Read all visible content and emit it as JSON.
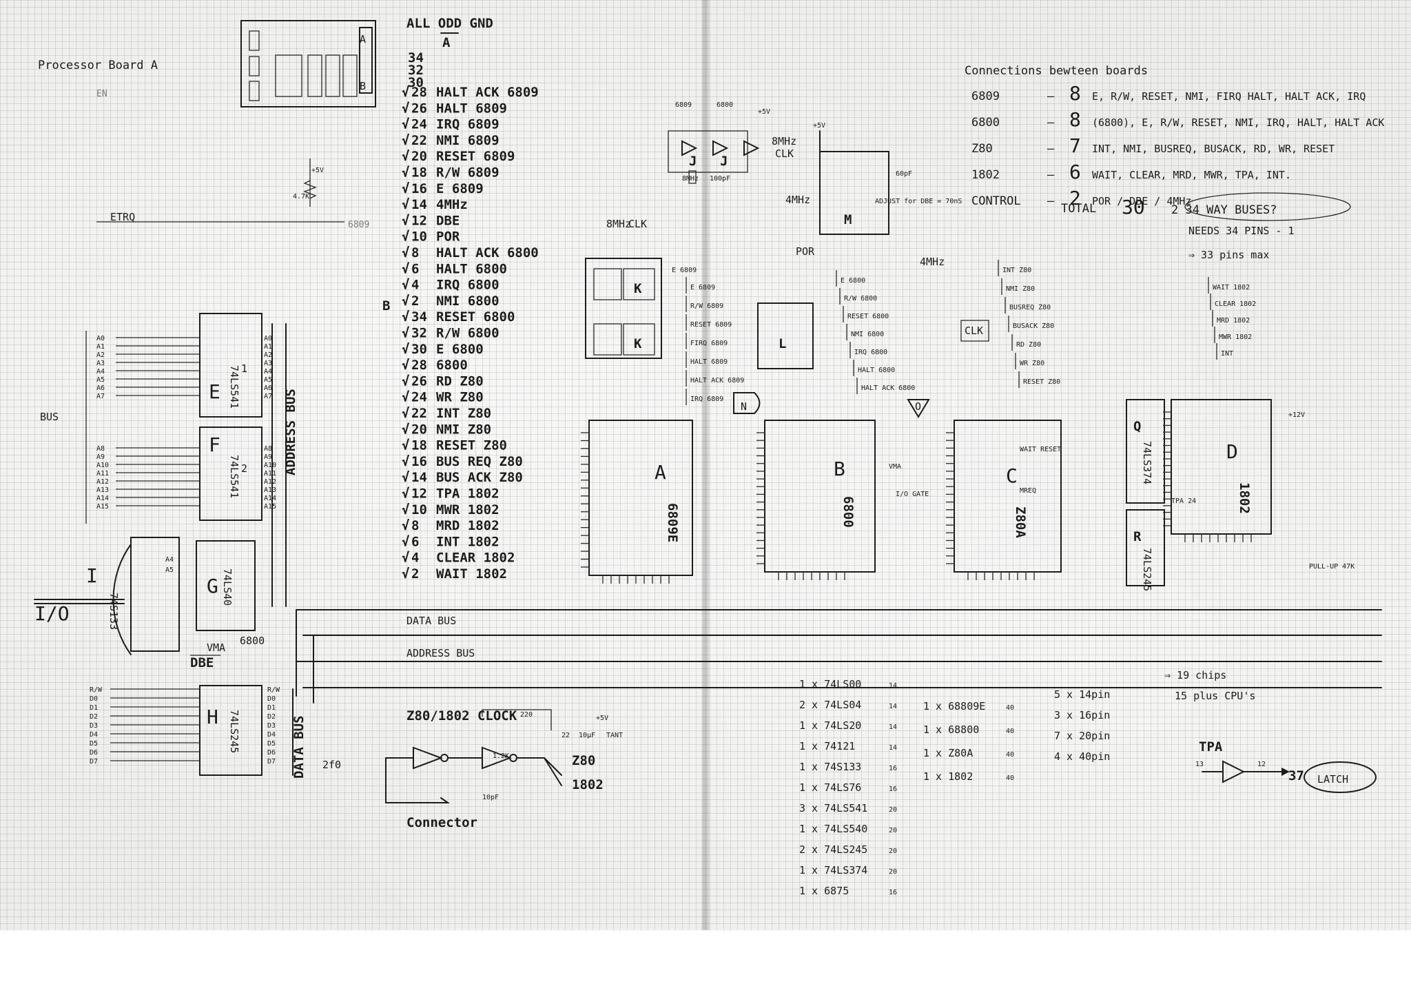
{
  "title": "Processor Board A",
  "faint_notes": [
    "EN",
    "ETRQ",
    "6809"
  ],
  "edge_connector": {
    "heading": "ALL ODD GND",
    "side_a": "A",
    "side_b": "B",
    "top_numbers": [
      "34",
      "32",
      "30"
    ],
    "pins": [
      {
        "n": "28",
        "sig": "HALT ACK 6809"
      },
      {
        "n": "26",
        "sig": "HALT 6809"
      },
      {
        "n": "24",
        "sig": "IRQ 6809"
      },
      {
        "n": "22",
        "sig": "NMI 6809"
      },
      {
        "n": "20",
        "sig": "RESET 6809"
      },
      {
        "n": "18",
        "sig": "R/W 6809"
      },
      {
        "n": "16",
        "sig": "E 6809"
      },
      {
        "n": "14",
        "sig": "4MHz"
      },
      {
        "n": "12",
        "sig": "DBE"
      },
      {
        "n": "10",
        "sig": "POR"
      },
      {
        "n": "8",
        "sig": "HALT ACK 6800"
      },
      {
        "n": "6",
        "sig": "HALT 6800"
      },
      {
        "n": "4",
        "sig": "IRQ 6800"
      },
      {
        "n": "2",
        "sig": "NMI 6800"
      },
      {
        "n": "34",
        "sig": "RESET 6800"
      },
      {
        "n": "32",
        "sig": "R/W 6800"
      },
      {
        "n": "30",
        "sig": "E 6800"
      },
      {
        "n": "28",
        "sig": "6800"
      },
      {
        "n": "26",
        "sig": "RD Z80"
      },
      {
        "n": "24",
        "sig": "WR Z80"
      },
      {
        "n": "22",
        "sig": "INT Z80"
      },
      {
        "n": "20",
        "sig": "NMI Z80"
      },
      {
        "n": "18",
        "sig": "RESET Z80"
      },
      {
        "n": "16",
        "sig": "BUS REQ Z80"
      },
      {
        "n": "14",
        "sig": "BUS ACK Z80"
      },
      {
        "n": "12",
        "sig": "TPA 1802"
      },
      {
        "n": "10",
        "sig": "MWR 1802"
      },
      {
        "n": "8",
        "sig": "MRD 1802"
      },
      {
        "n": "6",
        "sig": "INT 1802"
      },
      {
        "n": "4",
        "sig": "CLEAR 1802"
      },
      {
        "n": "2",
        "sig": "WAIT 1802"
      }
    ]
  },
  "connections": {
    "title": "Connections bewteen boards",
    "rows": [
      {
        "cpu": "6809",
        "count": "8",
        "signals": "E, R/W, RESET, NMI, FIRQ HALT, HALT ACK, IRQ"
      },
      {
        "cpu": "6800",
        "count": "8",
        "signals": "(6800), E, R/W, RESET, NMI, IRQ, HALT, HALT ACK"
      },
      {
        "cpu": "Z80",
        "count": "7",
        "signals": "INT, NMI, BUSREQ, BUSACK, RD, WR, RESET"
      },
      {
        "cpu": "1802",
        "count": "6",
        "signals": "WAIT, CLEAR, MRD, MWR, TPA, INT."
      },
      {
        "cpu": "CONTROL",
        "count": "2",
        "signals": "POR / DBE / 4MHz"
      }
    ],
    "total_label": "TOTAL",
    "total": "30",
    "total_note": "2 34 WAY BUSES?",
    "needs": "NEEDS 34 PINS - 1",
    "max": "⇒ 33 pins max"
  },
  "buses": {
    "data": "DATA BUS",
    "address": "ADDRESS BUS",
    "bus": "BUS",
    "io": "I/O",
    "data_v": "DATA BUS",
    "address_v": "ADDRESS BUS"
  },
  "address_lines": [
    "A0",
    "A1",
    "A2",
    "A3",
    "A4",
    "A5",
    "A6",
    "A7",
    "A8",
    "A9",
    "A10",
    "A11",
    "A12",
    "A13",
    "A14",
    "A15"
  ],
  "data_lines": [
    "R/W",
    "D0",
    "D1",
    "D2",
    "D3",
    "D4",
    "D5",
    "D6",
    "D7"
  ],
  "chips": {
    "E": {
      "label": "E",
      "part": "74LS541",
      "num": "1"
    },
    "F": {
      "label": "F",
      "part": "74LS541",
      "num": "2"
    },
    "G": {
      "label": "G",
      "part": "74LS40",
      "num": ""
    },
    "H": {
      "label": "H",
      "part": "74LS245",
      "num": ""
    },
    "I": {
      "label": "I",
      "part": "74S133",
      "num": ""
    },
    "A": {
      "label": "A",
      "part": "6809E"
    },
    "B": {
      "label": "B",
      "part": "6800"
    },
    "C": {
      "label": "C",
      "part": "Z80A"
    },
    "D": {
      "label": "D",
      "part": "1802"
    },
    "J": {
      "label": "J"
    },
    "K": {
      "label": "K"
    },
    "L": {
      "label": "L"
    },
    "M": {
      "label": "M"
    },
    "N": {
      "label": "N"
    },
    "O": {
      "label": "O"
    },
    "Q": {
      "label": "Q",
      "part": "74LS374"
    },
    "R": {
      "label": "R",
      "part": "74LS245"
    }
  },
  "clock_labels": {
    "8mhz": "8MHz",
    "clk": "CLK",
    "4mhz": "4MHz",
    "6809": "6809",
    "6800": "6800",
    "plus5v": "+5V",
    "xtal": "8MHz",
    "cap": "100pF"
  },
  "misc_labels": {
    "por": "POR",
    "adjust": "ADJUST for DBE = 70nS",
    "cap60": "60pF",
    "clk_box": "CLK",
    "vma": "VMA",
    "vma2": "VMA",
    "gate": "I/O GATE",
    "pullup": "PULL-UP 47K",
    "wait_reset": "WAIT RESET",
    "mreq": "MREQ",
    "tpa24": "TPA 24",
    "plus12v": "+12V",
    "dbe": "DBE",
    "a4": "A4",
    "a5": "A5",
    "io6800": "6800"
  },
  "cpu_signals": {
    "6809": [
      "E 6809",
      "R/W 6809",
      "RESET 6809",
      "FIRQ 6809",
      "HALT 6809",
      "HALT ACK 6809",
      "IRQ 6809"
    ],
    "6800": [
      "E 6800",
      "R/W 6800",
      "RESET 6800",
      "NMI 6800",
      "IRQ 6800",
      "HALT 6800",
      "HALT ACK 6800"
    ],
    "z80": [
      "INT Z80",
      "NMI Z80",
      "BUSREQ Z80",
      "BUSACK Z80",
      "RD Z80",
      "WR Z80",
      "RESET Z80"
    ],
    "1802": [
      "WAIT 1802",
      "CLEAR 1802",
      "MRD 1802",
      "MWR 1802",
      "INT"
    ]
  },
  "clock_circuit": {
    "title": "Z80/1802 CLOCK",
    "r1": "220",
    "r2": "1.2K",
    "c1": "22",
    "c2": "10μF",
    "tant": "TANT",
    "connector": "Connector",
    "cap_in": "10pF",
    "z80": "Z80",
    "c1802": "1802",
    "phi": "2f0",
    "plus5v": "+5V"
  },
  "parts_list": [
    {
      "part": "1 x 74LS00",
      "pins": "14"
    },
    {
      "part": "2 x 74LS04",
      "pins": "14"
    },
    {
      "part": "1 x 74LS20",
      "pins": "14"
    },
    {
      "part": "1 x 74121",
      "pins": "14"
    },
    {
      "part": "1 x 74S133",
      "pins": "16"
    },
    {
      "part": "1 x 74LS76",
      "pins": "16"
    },
    {
      "part": "3 x 74LS541",
      "pins": "20"
    },
    {
      "part": "1 x 74LS540",
      "pins": "20"
    },
    {
      "part": "2 x 74LS245",
      "pins": "20"
    },
    {
      "part": "1 x 74LS374",
      "pins": "20"
    },
    {
      "part": "1 x 6875",
      "pins": "16"
    }
  ],
  "cpu_list": [
    {
      "part": "1 x 68809E",
      "pins": "40"
    },
    {
      "part": "1 x 68800",
      "pins": "40"
    },
    {
      "part": "1 x Z80A",
      "pins": "40"
    },
    {
      "part": "1 x 1802",
      "pins": "40"
    }
  ],
  "pin_counts": [
    "5 x 14pin",
    "3 x 16pin",
    "7 x 20pin",
    "4 x 40pin"
  ],
  "chip_total": [
    "⇒ 19 chips",
    "15 plus CPU's"
  ],
  "tpa_latch": {
    "tpa": "TPA",
    "pin13": "13",
    "pin12": "12",
    "out": "37",
    "latch": "LATCH"
  }
}
